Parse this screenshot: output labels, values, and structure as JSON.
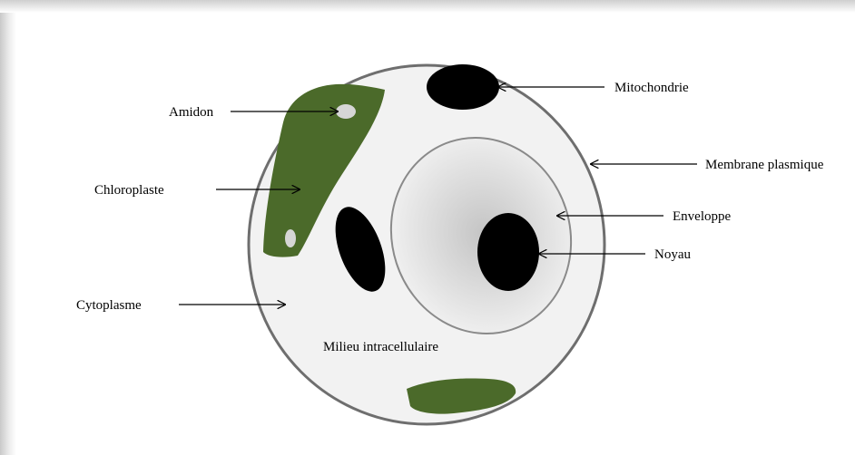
{
  "labels": {
    "amidon": "Amidon",
    "chloroplaste": "Chloroplaste",
    "cytoplasme": "Cytoplasme",
    "mitochondrie": "Mitochondrie",
    "membrane": "Membrane plasmique",
    "enveloppe": "Enveloppe",
    "noyau": "Noyau",
    "milieu": "Milieu intracellulaire"
  },
  "colors": {
    "cell_fill": "#f2f2f2",
    "cell_stroke": "#6e6e6e",
    "chloroplast": "#4b6a2a",
    "organelle": "#000000",
    "starch": "#d6d6d6"
  }
}
